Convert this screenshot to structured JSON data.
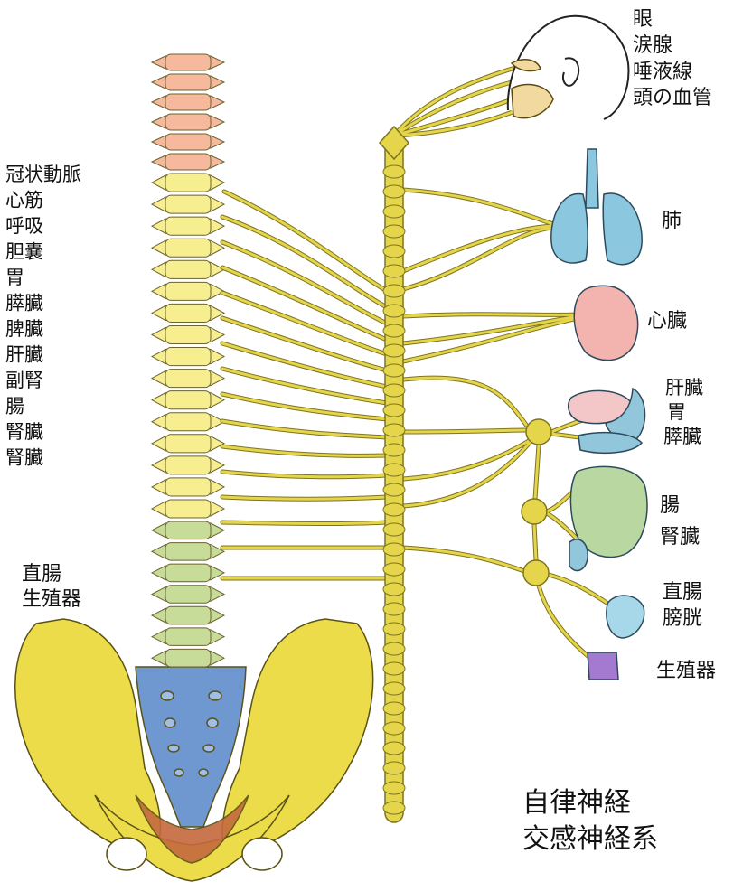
{
  "left_labels": [
    "冠状動脈",
    "心筋",
    "呼吸",
    "胆嚢",
    "胃",
    "膵臓",
    "脾臓",
    "肝臓",
    "副腎",
    "腸",
    "腎臓",
    "腎臓"
  ],
  "left_lower_labels": [
    "直腸",
    "生殖器"
  ],
  "head_labels": [
    "眼",
    "涙腺",
    "唾液線",
    "頭の血管"
  ],
  "organ_labels": {
    "lung": "肺",
    "heart": "心臓",
    "upper_abdomen": [
      "肝臓",
      "胃",
      "膵臓"
    ],
    "intestine": [
      "腸",
      "腎臓"
    ],
    "pelvic": [
      "直腸",
      "膀胱"
    ],
    "genital": "生殖器"
  },
  "title_lines": [
    "自律神経",
    "交感神経系"
  ],
  "colors": {
    "nerve": "#e4d54a",
    "nerve_stroke": "#7d7420",
    "cervical": "#f6b99d",
    "thoracic": "#f6ee8f",
    "lumbar": "#c8dc9a",
    "sacrum": "#6f98d0",
    "pelvis_bone": "#ecdc49",
    "coccyx_red": "#c5693e",
    "lung": "#8cc7e0",
    "heart": "#f3b3ae",
    "stomach": "#92c6da",
    "liver": "#f3c7c8",
    "intestine": "#b9d7a0",
    "bladder": "#a6d8ea",
    "genital": "#a47ad0"
  }
}
